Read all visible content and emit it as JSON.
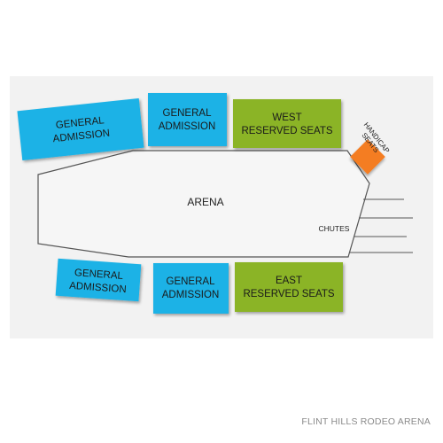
{
  "venue": {
    "name": "FLINT HILLS RODEO ARENA"
  },
  "colors": {
    "general_admission": "#1ab2e6",
    "reserved": "#8bb425",
    "handicap": "#f47d20",
    "background_panel": "#f2f2f2"
  },
  "arena": {
    "label": "ARENA",
    "chutes_label": "CHUTES"
  },
  "sections": {
    "ga_top_left": {
      "line1": "GENERAL",
      "line2": "ADMISSION"
    },
    "ga_top_center": {
      "line1": "GENERAL",
      "line2": "ADMISSION"
    },
    "west_reserved": {
      "line1": "WEST",
      "line2": "RESERVED SEATS"
    },
    "handicap": {
      "line1": "HANDICAP",
      "line2": "SEATS"
    },
    "ga_bottom_left": {
      "line1": "GENERAL",
      "line2": "ADMISSION"
    },
    "ga_bottom_center": {
      "line1": "GENERAL",
      "line2": "ADMISSION"
    },
    "east_reserved": {
      "line1": "EAST",
      "line2": "RESERVED SEATS"
    }
  }
}
